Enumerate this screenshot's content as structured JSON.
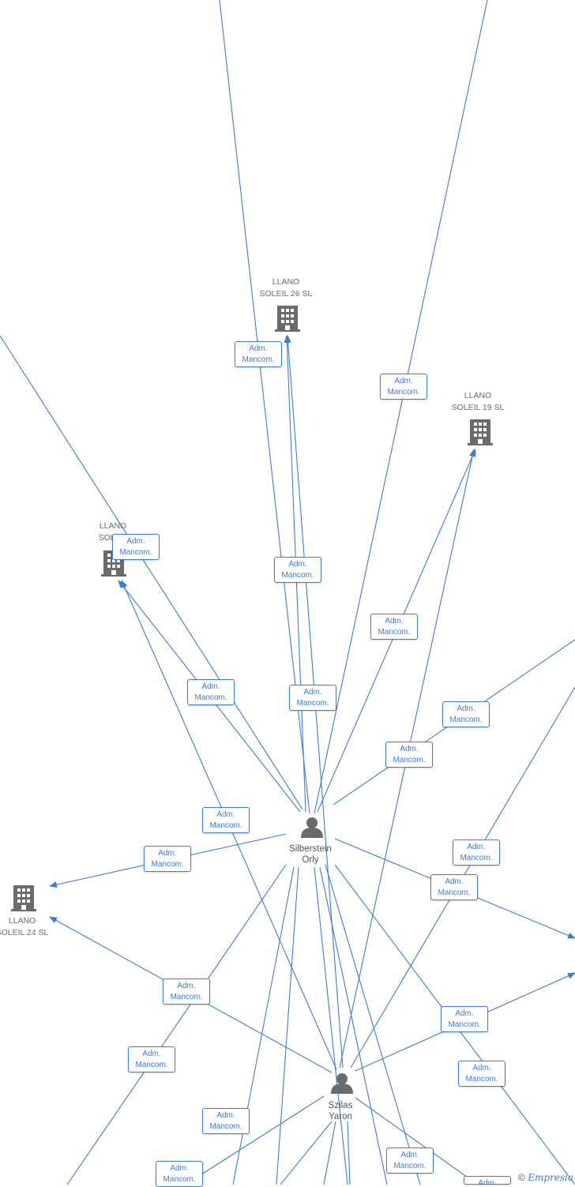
{
  "colors": {
    "edge": "#3d7bd8",
    "icon": "#6b6b6b",
    "text": "#6b6b6b"
  },
  "companies": [
    {
      "id": "c26",
      "name_line1": "LLANO",
      "name_line2": "SOLEIL 26 SL",
      "icon": "building-icon"
    },
    {
      "id": "c19",
      "name_line1": "LLANO",
      "name_line2": "SOLEIL 19 SL",
      "icon": "building-icon"
    },
    {
      "id": "cmid",
      "name_line1": "LLANO",
      "name_line2": "SOLEIL",
      "icon": "building-icon"
    },
    {
      "id": "c24",
      "name_line1": "LLANO",
      "name_line2": "SOLEIL 24 SL",
      "icon": "building-icon"
    }
  ],
  "people": [
    {
      "id": "p1",
      "name_line1": "Silberstein",
      "name_line2": "Orly",
      "icon": "person-icon"
    },
    {
      "id": "p2",
      "name_line1": "Szilas",
      "name_line2": "Yaron",
      "icon": "person-icon"
    }
  ],
  "relation": {
    "line1": "Adm.",
    "line2": "Mancom."
  },
  "footer": {
    "copyright": "©",
    "brand": "Empresia"
  }
}
